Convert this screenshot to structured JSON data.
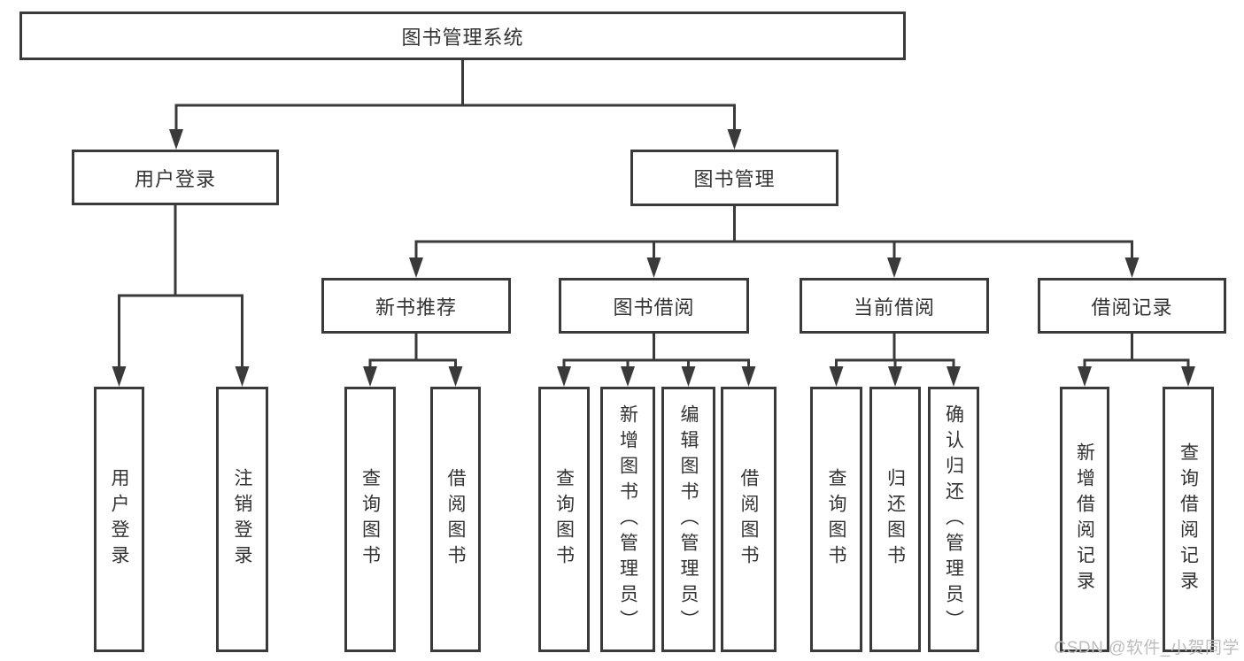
{
  "tree": {
    "root": "图书管理系统",
    "children": [
      {
        "label": "用户登录",
        "children": [
          "用户登录",
          "注销登录"
        ]
      },
      {
        "label": "图书管理",
        "children": [
          {
            "label": "新书推荐",
            "children": [
              "查询图书",
              "借阅图书"
            ]
          },
          {
            "label": "图书借阅",
            "children": [
              "查询图书",
              "新增图书（管理员）",
              "编辑图书（管理员）",
              "借阅图书"
            ]
          },
          {
            "label": "当前借阅",
            "children": [
              "查询图书",
              "归还图书",
              "确认归还（管理员）"
            ]
          },
          {
            "label": "借阅记录",
            "children": [
              "新增借阅记录",
              "查询借阅记录"
            ]
          }
        ]
      }
    ]
  },
  "watermark": {
    "text": "CSDN @软件_小贺同学",
    "color": "#bdbdbd"
  },
  "colors": {
    "line": "#3a3a3a",
    "text": "#333333",
    "background": "#ffffff"
  }
}
